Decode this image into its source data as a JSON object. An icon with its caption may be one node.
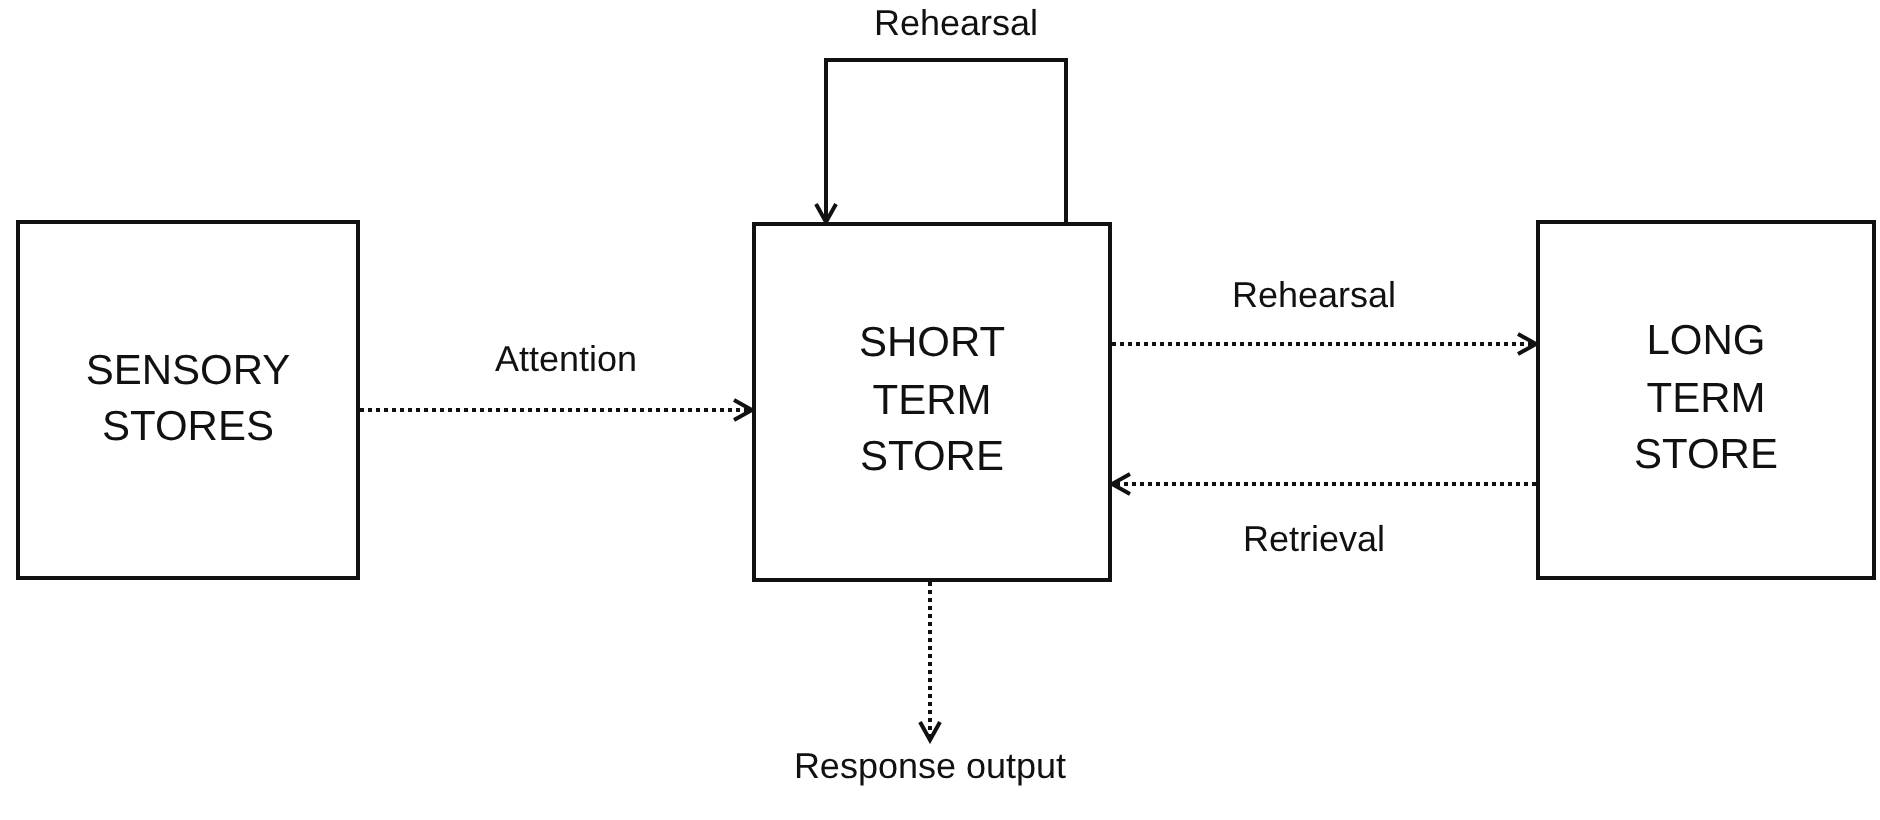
{
  "diagram": {
    "nodes": [
      {
        "text": [
          "SENSORY STORES"
        ]
      },
      {
        "text": [
          "SHORT TERM STORE"
        ]
      },
      {
        "text": [
          "LONG TERM STORE"
        ]
      },
      {
        "text": [
          "Response output"
        ]
      }
    ],
    "edges": [
      {
        "from": 0,
        "to": 1,
        "arrow": "to",
        "label": "Attention",
        "style": "dashed"
      },
      {
        "from": 1,
        "to": 1,
        "arrow": "to",
        "label": "Rehearsal"
      },
      {
        "from": 1,
        "to": 2,
        "arrow": "to",
        "label": "Rehearsal",
        "style": "dashed"
      },
      {
        "from": 2,
        "to": 1,
        "arrow": "to",
        "label": "Retrieval",
        "style": "dashed"
      },
      {
        "from": 1,
        "to": 3,
        "arrow": "to",
        "style": "dashed"
      }
    ]
  }
}
